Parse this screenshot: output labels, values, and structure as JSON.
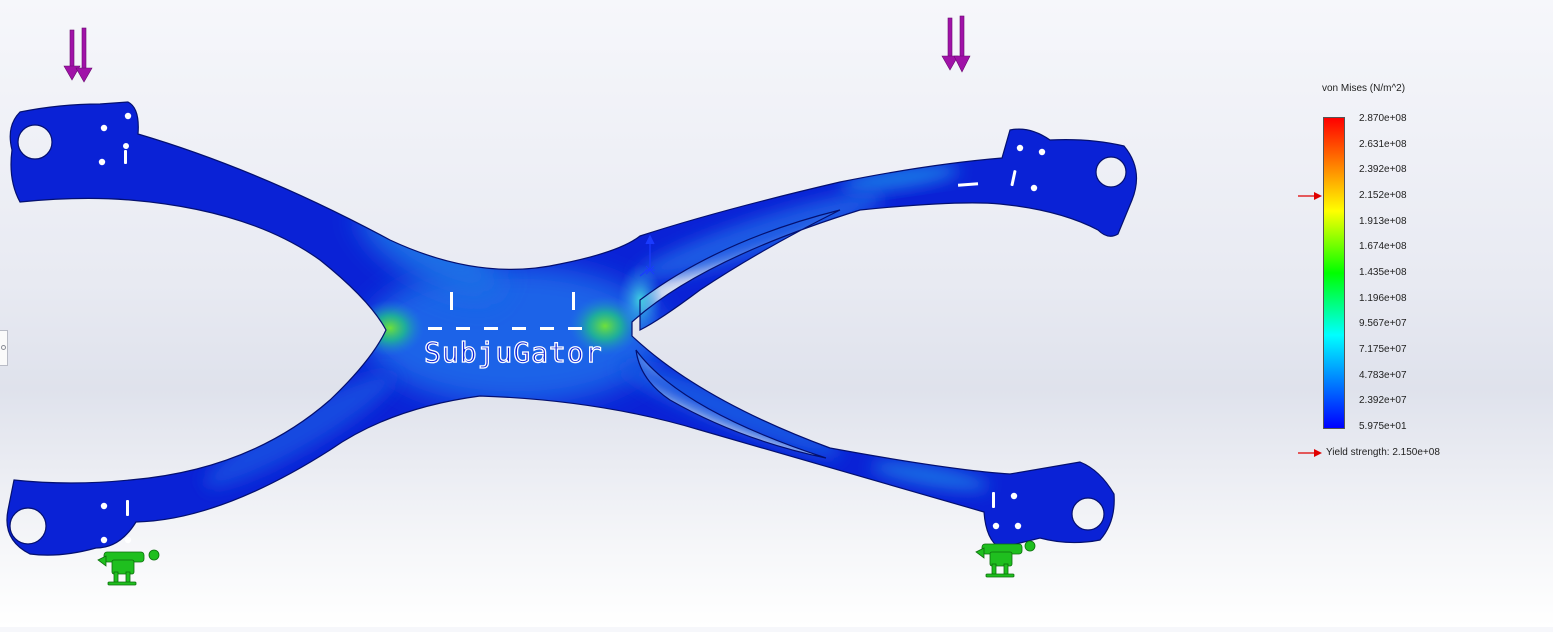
{
  "legend": {
    "title": "von Mises (N/m^2)",
    "ticks": [
      "2.870e+08",
      "2.631e+08",
      "2.392e+08",
      "2.152e+08",
      "1.913e+08",
      "1.674e+08",
      "1.435e+08",
      "1.196e+08",
      "9.567e+07",
      "7.175e+07",
      "4.783e+07",
      "2.392e+07",
      "5.975e+01"
    ],
    "yield_label": "Yield strength: 2.150e+08",
    "yield_value": 215000000,
    "max_value": 287000000,
    "min_value": 59.75,
    "colormap": [
      "#0000ff",
      "#0055ff",
      "#00aaff",
      "#00ffff",
      "#00ff80",
      "#00ff00",
      "#80ff00",
      "#ffff00",
      "#ffaa00",
      "#ff5500",
      "#ff0000"
    ],
    "marker_color": "#e00000"
  },
  "model": {
    "engraving": "SubjuGator",
    "part_color": "#0a22d6",
    "load_arrow_color": "#a012a8",
    "fixture_color": "#1fbf1f"
  }
}
